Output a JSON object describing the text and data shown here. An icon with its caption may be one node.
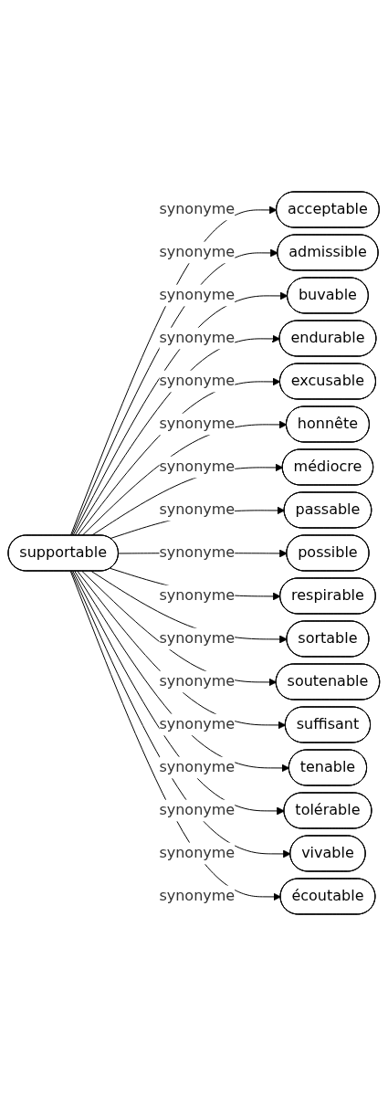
{
  "diagram": {
    "nodes": [
      {
        "text": [
          "supportable"
        ]
      },
      {
        "text": [
          "acceptable"
        ]
      },
      {
        "text": [
          "admissible"
        ]
      },
      {
        "text": [
          "buvable"
        ]
      },
      {
        "text": [
          "endurable"
        ]
      },
      {
        "text": [
          "excusable"
        ]
      },
      {
        "text": [
          "honnête"
        ]
      },
      {
        "text": [
          "médiocre"
        ]
      },
      {
        "text": [
          "passable"
        ]
      },
      {
        "text": [
          "possible"
        ]
      },
      {
        "text": [
          "respirable"
        ]
      },
      {
        "text": [
          "sortable"
        ]
      },
      {
        "text": [
          "soutenable"
        ]
      },
      {
        "text": [
          "suffisant"
        ]
      },
      {
        "text": [
          "tenable"
        ]
      },
      {
        "text": [
          "tolérable"
        ]
      },
      {
        "text": [
          "vivable"
        ]
      },
      {
        "text": [
          "écoutable"
        ]
      }
    ],
    "edges": [
      {
        "from": 0,
        "to": 1,
        "arrow": "to",
        "label": "synonyme"
      },
      {
        "from": 0,
        "to": 2,
        "arrow": "to",
        "label": "synonyme"
      },
      {
        "from": 0,
        "to": 3,
        "arrow": "to",
        "label": "synonyme"
      },
      {
        "from": 0,
        "to": 4,
        "arrow": "to",
        "label": "synonyme"
      },
      {
        "from": 0,
        "to": 5,
        "arrow": "to",
        "label": "synonyme"
      },
      {
        "from": 0,
        "to": 6,
        "arrow": "to",
        "label": "synonyme"
      },
      {
        "from": 0,
        "to": 7,
        "arrow": "to",
        "label": "synonyme"
      },
      {
        "from": 0,
        "to": 8,
        "arrow": "to",
        "label": "synonyme"
      },
      {
        "from": 0,
        "to": 9,
        "arrow": "to",
        "label": "synonyme"
      },
      {
        "from": 0,
        "to": 10,
        "arrow": "to",
        "label": "synonyme"
      },
      {
        "from": 0,
        "to": 11,
        "arrow": "to",
        "label": "synonyme"
      },
      {
        "from": 0,
        "to": 12,
        "arrow": "to",
        "label": "synonyme"
      },
      {
        "from": 0,
        "to": 13,
        "arrow": "to",
        "label": "synonyme"
      },
      {
        "from": 0,
        "to": 14,
        "arrow": "to",
        "label": "synonyme"
      },
      {
        "from": 0,
        "to": 15,
        "arrow": "to",
        "label": "synonyme"
      },
      {
        "from": 0,
        "to": 16,
        "arrow": "to",
        "label": "synonyme"
      },
      {
        "from": 0,
        "to": 17,
        "arrow": "to",
        "label": "synonyme"
      }
    ]
  }
}
